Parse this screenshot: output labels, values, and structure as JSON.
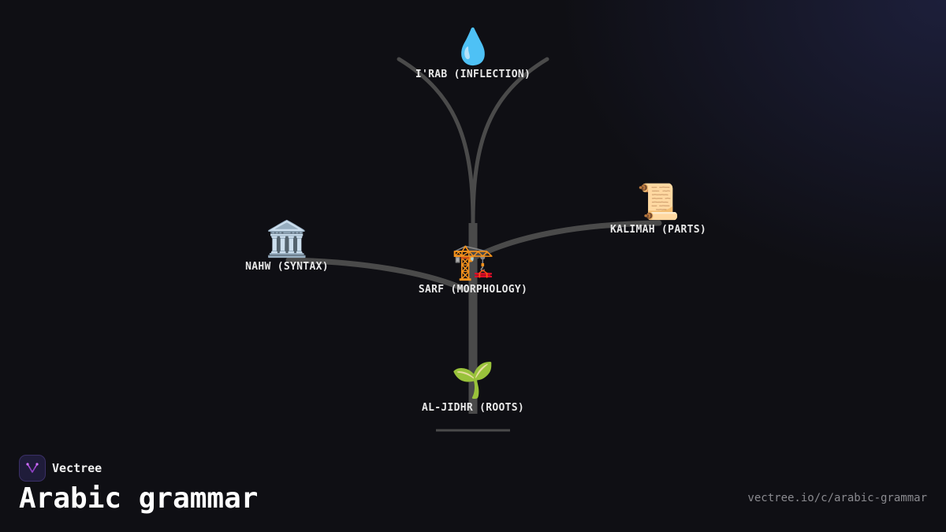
{
  "nodes": {
    "irab": {
      "emoji": "💧",
      "icon": "water-drop-icon",
      "label": "I'RAB (INFLECTION)"
    },
    "kalimah": {
      "emoji": "📜",
      "icon": "scroll-icon",
      "label": "KALIMAH (PARTS)"
    },
    "nahw": {
      "emoji": "🏛️",
      "icon": "classical-building-icon",
      "label": "NAHW (SYNTAX)"
    },
    "sarf": {
      "emoji": "🏗️",
      "icon": "construction-crane-icon",
      "label": "SARF (MORPHOLOGY)"
    },
    "jidhr": {
      "emoji": "🌱",
      "icon": "seedling-icon",
      "label": "AL-JIDHR (ROOTS)"
    }
  },
  "brand": {
    "name": "Vectree",
    "logo_icon": "vectree-logo-icon"
  },
  "title": "Arabic grammar",
  "url": "vectree.io/c/arabic-grammar",
  "colors": {
    "background": "#0f0f14",
    "branch": "#4a4a4a",
    "accent": "#b14fe0"
  }
}
